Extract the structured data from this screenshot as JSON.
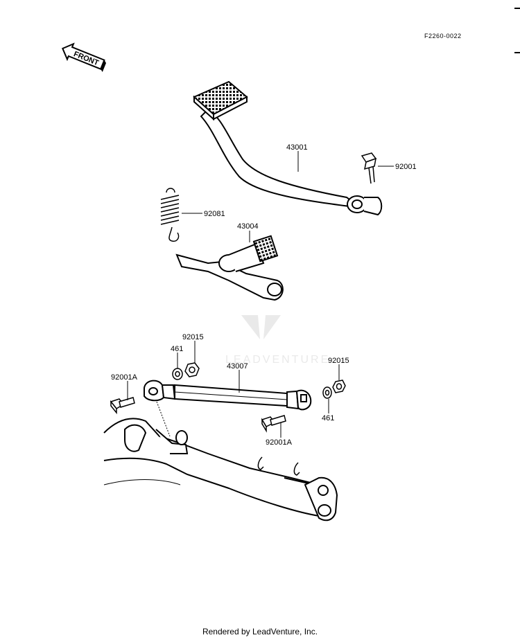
{
  "diagram": {
    "figure_code": "F2260-0022",
    "front_label": "FRONT",
    "watermark": "LEADVENTURE",
    "parts": [
      {
        "id": "43001",
        "label": "43001"
      },
      {
        "id": "92001",
        "label": "92001"
      },
      {
        "id": "92081",
        "label": "92081"
      },
      {
        "id": "43004",
        "label": "43004"
      },
      {
        "id": "92015_a",
        "label": "92015"
      },
      {
        "id": "461_a",
        "label": "461"
      },
      {
        "id": "43007",
        "label": "43007"
      },
      {
        "id": "92015_b",
        "label": "92015"
      },
      {
        "id": "92001A_a",
        "label": "92001A"
      },
      {
        "id": "461_b",
        "label": "461"
      },
      {
        "id": "92001A_b",
        "label": "92001A"
      }
    ]
  },
  "footer": {
    "text": "Rendered by LeadVenture, Inc."
  }
}
